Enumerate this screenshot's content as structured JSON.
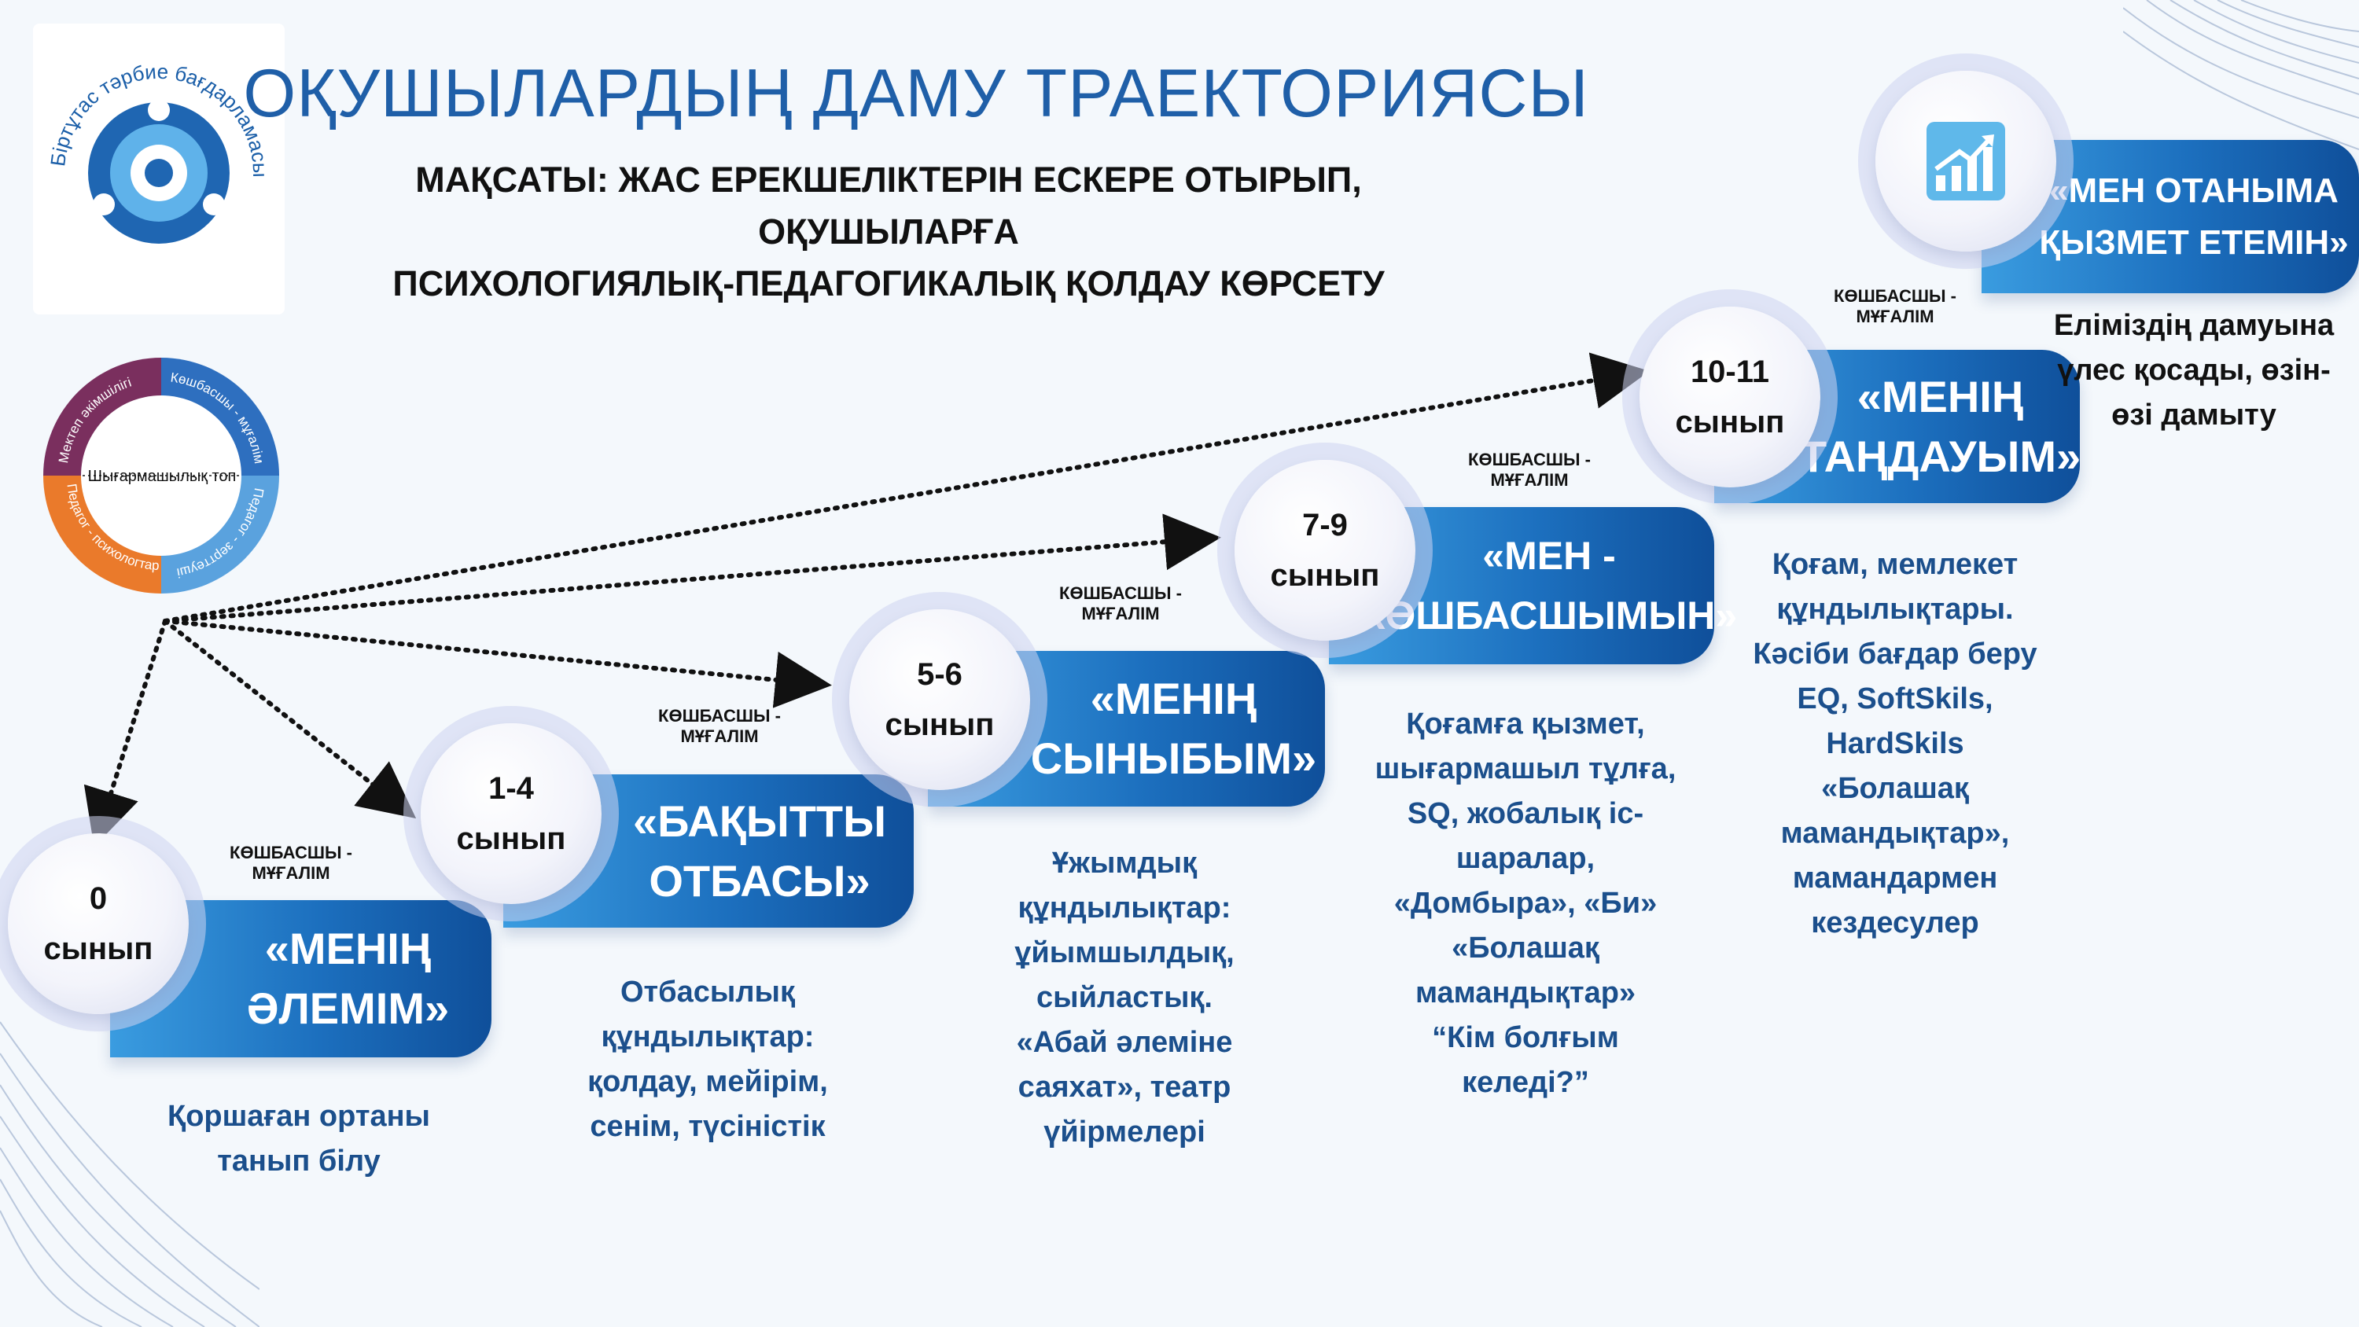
{
  "title": "ОҚУШЫЛАРДЫҢ ДАМУ ТРАЕКТОРИЯСЫ",
  "subtitle_line1": "МАҚСАТЫ: ЖАС ЕРЕКШЕЛІКТЕРІН ЕСКЕРЕ ОТЫРЫП, ОҚУШЫЛАРҒА",
  "subtitle_line2": "ПСИХОЛОГИЯЛЫҚ-ПЕДАГОГИКАЛЫҚ ҚОЛДАУ КӨРСЕТУ",
  "logo": {
    "ring_text": "Біртұтас тәрбие бағдарламасы"
  },
  "center": {
    "label": "Шығармашылық топ",
    "segments": [
      "Мектеп әкімшілігі",
      "Көшбасшы - мұғалім",
      "Педагог - зерттеуші",
      "Педагог - психологтар"
    ]
  },
  "leader_label_1": "КӨШБАСШЫ -",
  "leader_label_2": "МҰҒАЛІМ",
  "stages": [
    {
      "grade_num": "0",
      "grade_word": "сынып",
      "title1": "«МЕНІҢ",
      "title2": "ӘЛЕМІМ»",
      "desc": [
        "Қоршаған ортаны",
        "танып білу"
      ]
    },
    {
      "grade_num": "1-4",
      "grade_word": "сынып",
      "title1": "«БАҚЫТТЫ",
      "title2": "ОТБАСЫ»",
      "desc": [
        "Отбасылық",
        "құндылықтар:",
        "қолдау, мейірім,",
        "сенім, түсіністік"
      ]
    },
    {
      "grade_num": "5-6",
      "grade_word": "сынып",
      "title1": "«МЕНІҢ",
      "title2": "СЫНЫБЫМ»",
      "desc": [
        "Ұжымдық",
        "құндылықтар:",
        "ұйымшылдық,",
        "сыйластық.",
        "«Абай әлеміне",
        "саяхат», театр",
        "үйірмелері"
      ]
    },
    {
      "grade_num": "7-9",
      "grade_word": "сынып",
      "title1": "«МЕН -",
      "title2": "КӨШБАСШЫМЫН»",
      "desc": [
        "Қоғамға қызмет,",
        "шығармашыл тұлға,",
        "SQ, жобалық іс-",
        "шаралар,",
        "«Домбыра», «Би»",
        "«Болашақ",
        "мамандықтар»",
        "“Кім болғым",
        "келеді?”"
      ]
    },
    {
      "grade_num": "10-11",
      "grade_word": "сынып",
      "title1": "«МЕНІҢ",
      "title2": "ТАҢДАУЫМ»",
      "desc": [
        "Қоғам, мемлекет",
        "құндылықтары.",
        "Кәсіби бағдар беру",
        "EQ, SoftSkils,",
        "HardSkils",
        "«Болашақ",
        "мамандықтар»,",
        "мамандармен",
        "кездесулер"
      ]
    }
  ],
  "top_stage": {
    "title1": "«МЕН ОТАНЫМА",
    "title2": "ҚЫЗМЕТ ЕТЕМІН»",
    "desc": [
      "Еліміздің дамуына",
      "үлес қосады, өзін-",
      "өзі дамыту"
    ]
  },
  "colors": {
    "title": "#1f5fa8",
    "pill_dark": "#0f4f9a",
    "pill_light": "#3a9ce0",
    "desc": "#1b4f8c",
    "seg_purple": "#7a2f5e",
    "seg_blue": "#2e6fbf",
    "seg_lightblue": "#5aa2de",
    "seg_orange": "#ea7a2b"
  }
}
